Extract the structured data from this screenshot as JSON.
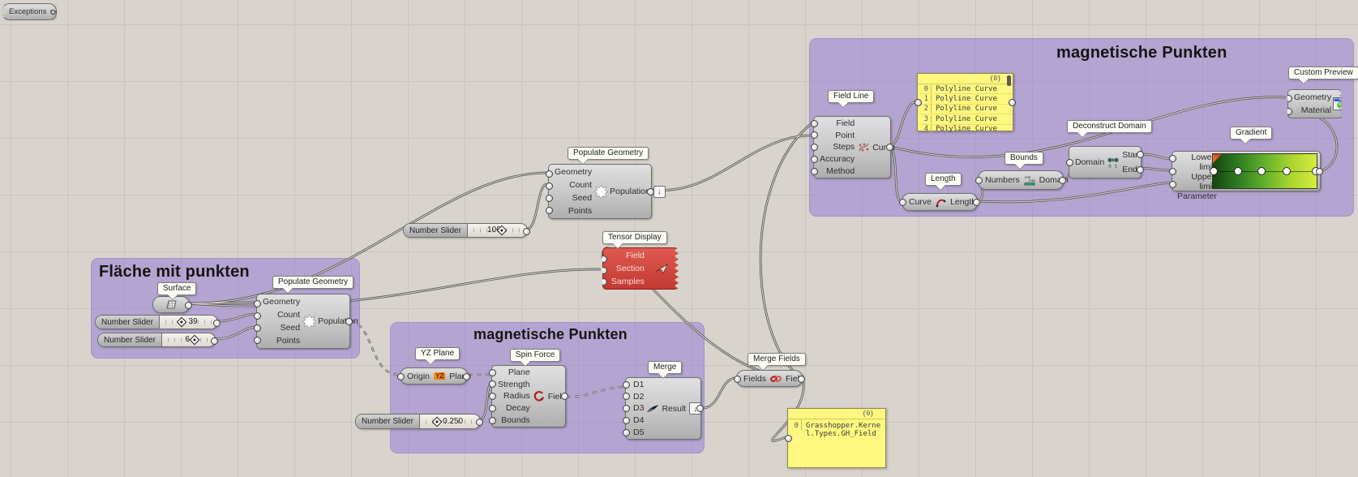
{
  "window": {
    "exceptions_label": "Exceptions"
  },
  "colors": {
    "canvas": "#d8d4cd",
    "grid_line": "#c9c5be",
    "group_fill": "#b2a3e0",
    "panel_yellow": "#fff780",
    "error_red": "#c23a32",
    "component_grey": "#c7c7c7",
    "wire_dark": "#575757",
    "gradient_stops": [
      "#16450f",
      "#2f7d22",
      "#63b02c",
      "#a9d52f",
      "#d6ec3e"
    ]
  },
  "groups": [
    {
      "title": "Fläche mit punkten"
    },
    {
      "title": "magnetische Punkten"
    },
    {
      "title": "magnetische Punkten"
    }
  ],
  "components": {
    "surface": {
      "tooltip": "Surface"
    },
    "populate1": {
      "tooltip": "Populate Geometry",
      "inputs": [
        "Geometry",
        "Count",
        "Seed",
        "Points"
      ],
      "outputs": [
        "Population"
      ]
    },
    "populate2": {
      "tooltip": "Populate Geometry",
      "inputs": [
        "Geometry",
        "Count",
        "Seed",
        "Points"
      ],
      "outputs": [
        "Population"
      ]
    },
    "yz_plane": {
      "tooltip": "YZ Plane",
      "inputs": [
        "Origin"
      ],
      "outputs": [
        "Plane"
      ],
      "icon_text": "YZ"
    },
    "spin_force": {
      "tooltip": "Spin Force",
      "inputs": [
        "Plane",
        "Strength",
        "Radius",
        "Decay",
        "Bounds"
      ],
      "outputs": [
        "Field"
      ]
    },
    "merge": {
      "tooltip": "Merge",
      "inputs": [
        "D1",
        "D2",
        "D3",
        "D4",
        "D5"
      ],
      "outputs": [
        "Result"
      ]
    },
    "merge_fields": {
      "tooltip": "Merge Fields",
      "inputs": [
        "Fields"
      ],
      "outputs": [
        "Field"
      ]
    },
    "tensor_display": {
      "tooltip": "Tensor Display",
      "inputs": [
        "Field",
        "Section",
        "Samples"
      ]
    },
    "field_line": {
      "tooltip": "Field Line",
      "inputs": [
        "Field",
        "Point",
        "Steps",
        "Accuracy",
        "Method"
      ],
      "outputs": [
        "Curve"
      ]
    },
    "length": {
      "tooltip": "Length",
      "inputs": [
        "Curve"
      ],
      "outputs": [
        "Length"
      ]
    },
    "bounds": {
      "tooltip": "Bounds",
      "inputs": [
        "Numbers"
      ],
      "outputs": [
        "Domain"
      ]
    },
    "deconstruct_domain": {
      "tooltip": "Deconstruct Domain",
      "inputs": [
        "Domain"
      ],
      "outputs": [
        "Start",
        "End"
      ]
    },
    "gradient": {
      "tooltip": "Gradient",
      "inputs": [
        "Lower limit",
        "Upper limit",
        "Parameter"
      ]
    },
    "custom_preview": {
      "tooltip": "Custom Preview",
      "inputs": [
        "Geometry",
        "Material"
      ]
    }
  },
  "sliders": [
    {
      "label": "Number Slider",
      "value": "39"
    },
    {
      "label": "Number Slider",
      "value": "6"
    },
    {
      "label": "Number Slider",
      "value": "106"
    },
    {
      "label": "Number Slider",
      "value": "0.250"
    }
  ],
  "panels": [
    {
      "header": "{0}",
      "rows": [
        {
          "index": "0",
          "text": "Polyline Curve"
        },
        {
          "index": "1",
          "text": "Polyline Curve"
        },
        {
          "index": "2",
          "text": "Polyline Curve"
        },
        {
          "index": "3",
          "text": "Polyline Curve"
        },
        {
          "index": "4",
          "text": "Polyline Curve"
        }
      ]
    },
    {
      "header": "{0}",
      "rows": [
        {
          "index": "0",
          "text": "Grasshopper.Kernel.Types.GH_Field"
        }
      ]
    }
  ]
}
